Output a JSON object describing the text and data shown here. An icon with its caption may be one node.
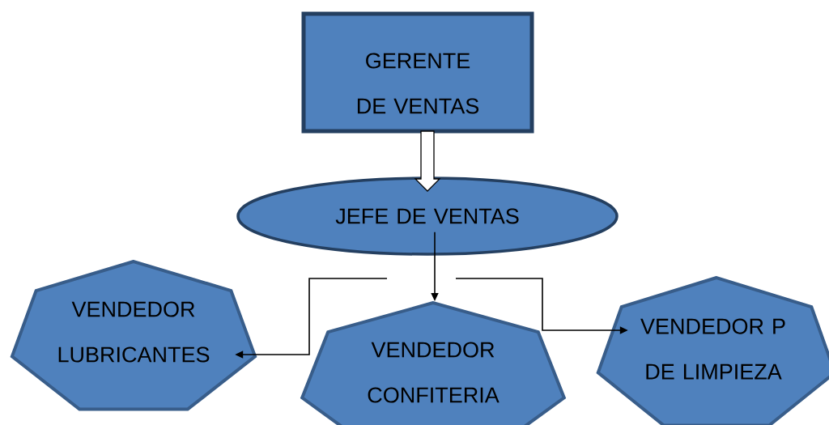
{
  "diagram": {
    "nodes": [
      {
        "text": [
          "GERENTE DE VENTAS"
        ]
      },
      {
        "text": [
          "JEFE DE VENTAS"
        ]
      },
      {
        "text": [
          "VENDEDOR LUBRICANTES"
        ]
      },
      {
        "text": [
          "VENDEDOR CONFITERIA"
        ]
      },
      {
        "text": [
          "VENDEDOR P DE LIMPIEZA"
        ]
      }
    ],
    "edges": [
      {
        "from": 0,
        "to": 1,
        "arrow": "to"
      },
      {
        "from": 1,
        "to": 2,
        "arrow": "to"
      },
      {
        "from": 1,
        "to": 3,
        "arrow": "to"
      },
      {
        "from": 1,
        "to": 4,
        "arrow": "to"
      }
    ]
  }
}
